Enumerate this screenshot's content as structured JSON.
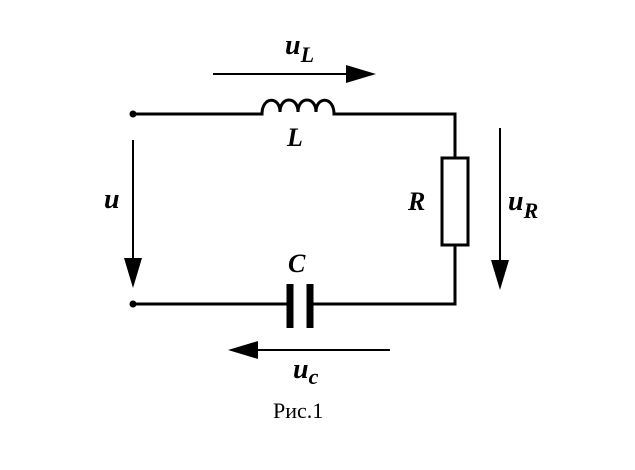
{
  "labels": {
    "uL_main": "u",
    "uL_sub": "L",
    "inductor": "L",
    "u": "u",
    "resistor": "R",
    "uR_main": "u",
    "uR_sub": "R",
    "capacitor": "C",
    "uc_main": "u",
    "uc_sub": "c",
    "caption": "Рис.1"
  },
  "colors": {
    "ink": "#000000",
    "background": "#ffffff"
  }
}
